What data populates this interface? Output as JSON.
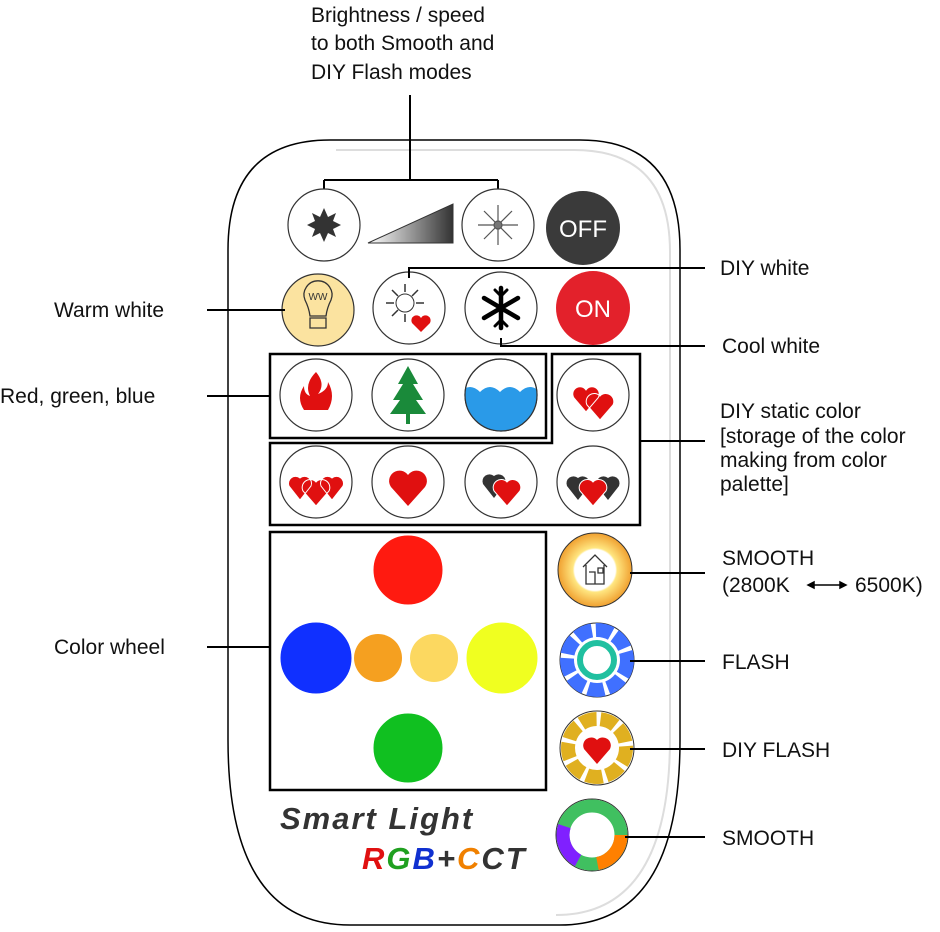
{
  "annotations": {
    "brightness_speed": [
      "Brightness / speed",
      "to both Smooth and",
      "DIY Flash modes"
    ],
    "warm_white": "Warm white",
    "diy_white": "DIY white",
    "cool_white": "Cool white",
    "rgb": "Red, green, blue",
    "diy_static": [
      "DIY static color",
      "[storage of the color",
      "making from color",
      "palette]"
    ],
    "color_wheel": "Color wheel",
    "smooth_cct": [
      "SMOOTH",
      "(2800K",
      "6500K)"
    ],
    "flash": "FLASH",
    "diy_flash": "DIY FLASH",
    "smooth": "SMOOTH"
  },
  "remote": {
    "off_label": "OFF",
    "on_label": "ON",
    "ww_label": "WW",
    "brand_line1": "Smart Light",
    "brand_line2": [
      "R",
      "G",
      "B",
      "+",
      "C",
      "C",
      "T"
    ],
    "brand_colors": [
      "#e01010",
      "#20a020",
      "#1030d0",
      "#333333",
      "#f08000",
      "#333333",
      "#333333"
    ]
  }
}
